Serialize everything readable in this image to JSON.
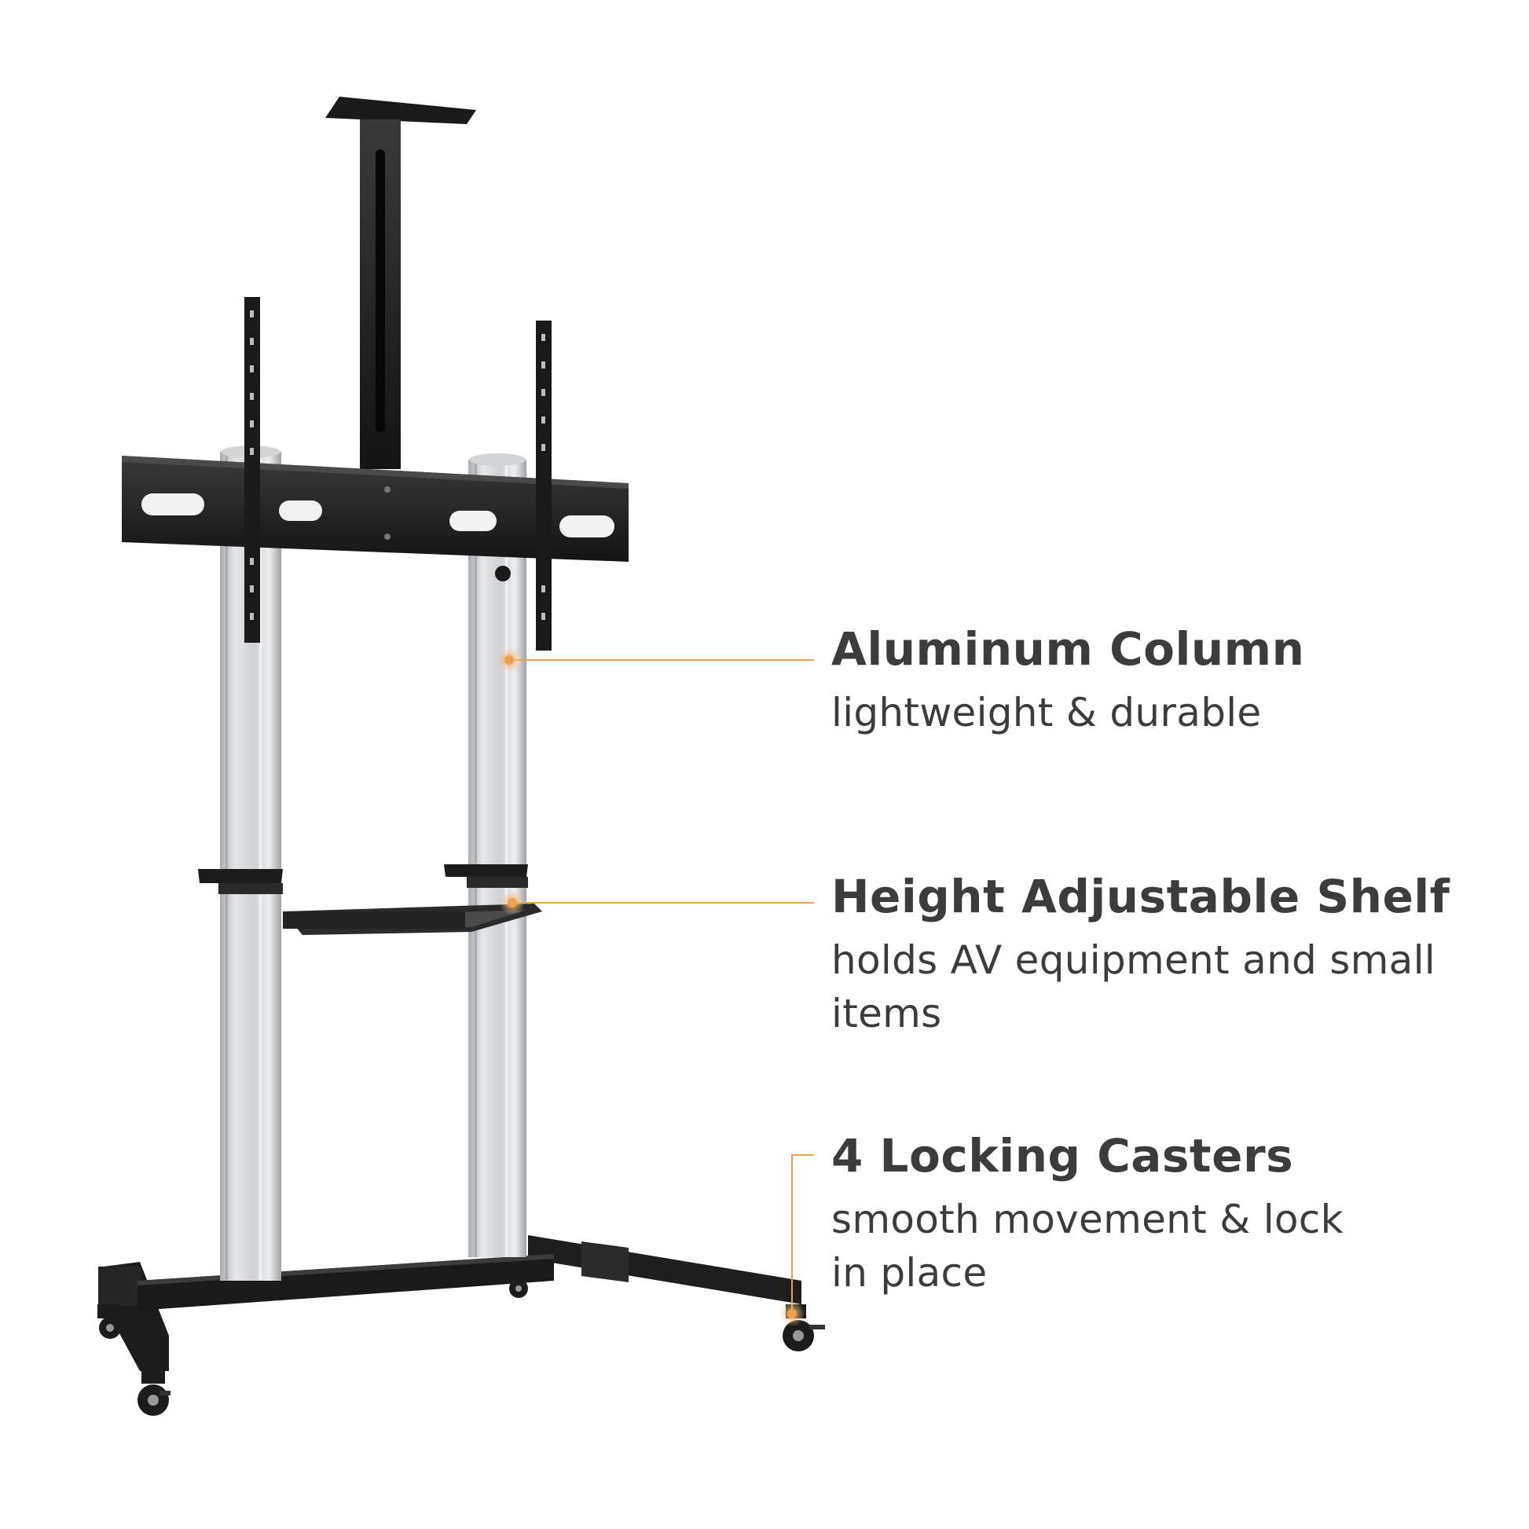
{
  "features": [
    {
      "title": "Aluminum Column",
      "description": "lightweight & durable"
    },
    {
      "title": "Height Adjustable Shelf",
      "description": "holds AV equipment and small items"
    },
    {
      "title": "4 Locking Casters",
      "description": "smooth movement & lock in place"
    }
  ],
  "colors": {
    "accent": "#f0a14e",
    "text": "#3c3c3c",
    "frame": "#1c1c1c",
    "aluminum": "#c8cacd",
    "background": "#ffffff"
  },
  "icons": [
    "mobile-tv-stand-illustration",
    "callout-dot-icon"
  ]
}
